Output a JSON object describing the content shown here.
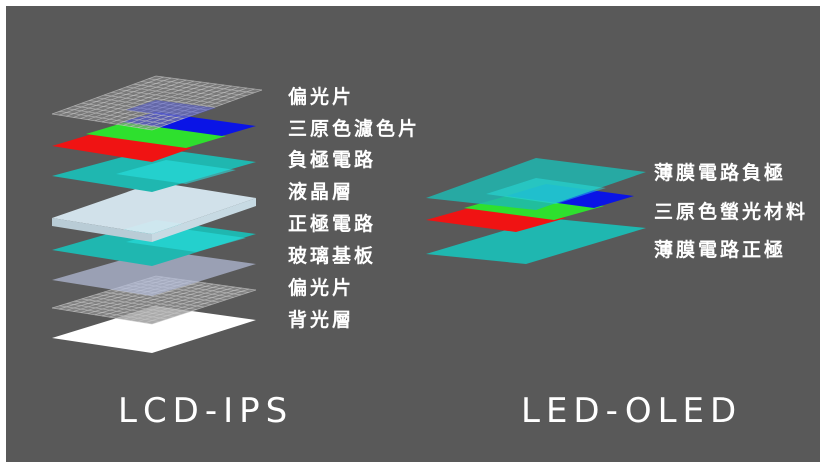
{
  "lcd": {
    "title": "LCD-IPS",
    "layers": [
      "偏光片",
      "三原色濾色片",
      "負極電路",
      "液晶層",
      "正極電路",
      "玻璃基板",
      "偏光片",
      "背光層"
    ]
  },
  "oled": {
    "title": "LED-OLED",
    "layers": [
      "薄膜電路負極",
      "三原色螢光材料",
      "薄膜電路正極"
    ]
  },
  "colors": {
    "background": "#595959",
    "teal": "#1fb7b0",
    "red": "#f01313",
    "green": "#2ee02e",
    "blue": "#0a14e6",
    "cyan": "#28e6e6",
    "lcd_layer": "#d8e9f2",
    "white": "#ffffff",
    "grid": "#8a8a8a"
  }
}
